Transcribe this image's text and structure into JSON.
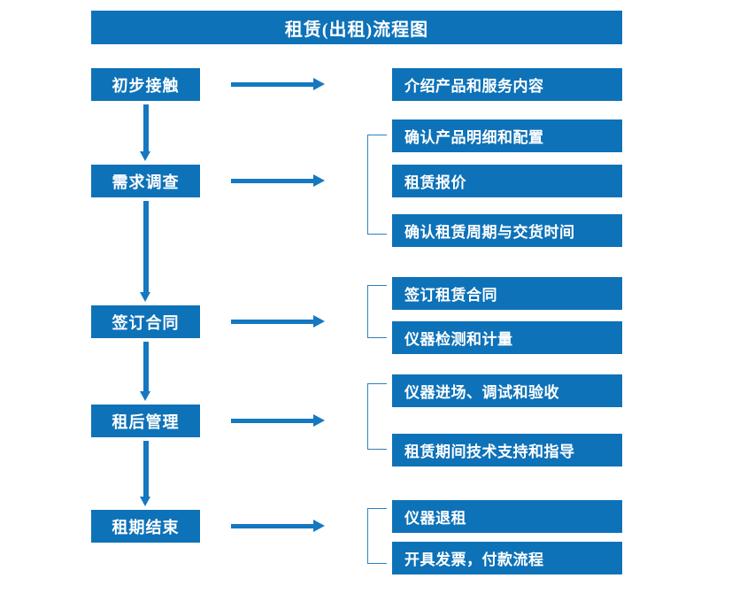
{
  "title": "租赁(出租)流程图",
  "colors": {
    "box_blue": "#0E72B8",
    "arrow_blue": "#1578C0",
    "bracket_blue": "#2E7FBF",
    "text_white": "#FFFFFF",
    "background": "#FFFFFF"
  },
  "chart_data": {
    "type": "diagram",
    "title": "租赁(出租)流程图",
    "orientation": "vertical-stages-with-horizontal-details",
    "stages": [
      {
        "label": "初步接触",
        "details": [
          "介绍产品和服务内容"
        ],
        "bracketed": false
      },
      {
        "label": "需求调查",
        "details": [
          "确认产品明细和配置",
          "租赁报价",
          "确认租赁周期与交货时间"
        ],
        "bracketed": true
      },
      {
        "label": "签订合同",
        "details": [
          "签订租赁合同",
          "仪器检测和计量"
        ],
        "bracketed": true
      },
      {
        "label": "租后管理",
        "details": [
          "仪器进场、调试和验收",
          "租赁期间技术支持和指导"
        ],
        "bracketed": true
      },
      {
        "label": "租期结束",
        "details": [
          "仪器退租",
          "开具发票，付款流程"
        ],
        "bracketed": true
      }
    ]
  },
  "stages": [
    {
      "label": "初步接触"
    },
    {
      "label": "需求调查"
    },
    {
      "label": "签订合同"
    },
    {
      "label": "租后管理"
    },
    {
      "label": "租期结束"
    }
  ],
  "details": [
    {
      "label": "介绍产品和服务内容"
    },
    {
      "label": "确认产品明细和配置"
    },
    {
      "label": "租赁报价"
    },
    {
      "label": "确认租赁周期与交货时间"
    },
    {
      "label": "签订租赁合同"
    },
    {
      "label": "仪器检测和计量"
    },
    {
      "label": "仪器进场、调试和验收"
    },
    {
      "label": "租赁期间技术支持和指导"
    },
    {
      "label": "仪器退租"
    },
    {
      "label": "开具发票，付款流程"
    }
  ]
}
